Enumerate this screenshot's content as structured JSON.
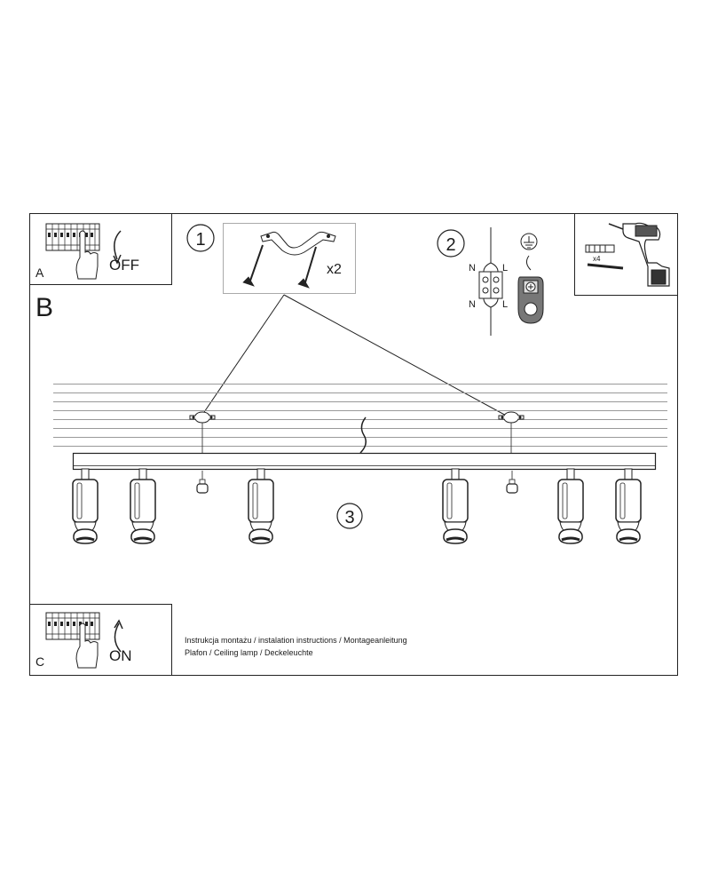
{
  "panels": {
    "a_label": "A",
    "a_text": "OFF",
    "b_label": "B",
    "c_label": "C",
    "c_text": "ON"
  },
  "steps": {
    "step1": "1",
    "step1_qty": "x2",
    "step2": "2",
    "step3": "3",
    "drill_qty": "x4"
  },
  "wiring": {
    "n_top": "N",
    "l_top": "L",
    "n_bottom": "N",
    "l_bottom": "L"
  },
  "footer": {
    "line1": "Instrukcja montażu / instalation instructions / Montageanleitung",
    "line2": "Plafon / Ceiling lamp / Deckeleuchte"
  },
  "icons": [
    "breaker-panel-icon",
    "hand-icon",
    "curved-arrow-icon",
    "mounting-bracket-icon",
    "screw-icon",
    "terminal-block-icon",
    "ground-symbol-icon",
    "drill-icon",
    "wall-plug-icon",
    "spotlight-icon"
  ]
}
